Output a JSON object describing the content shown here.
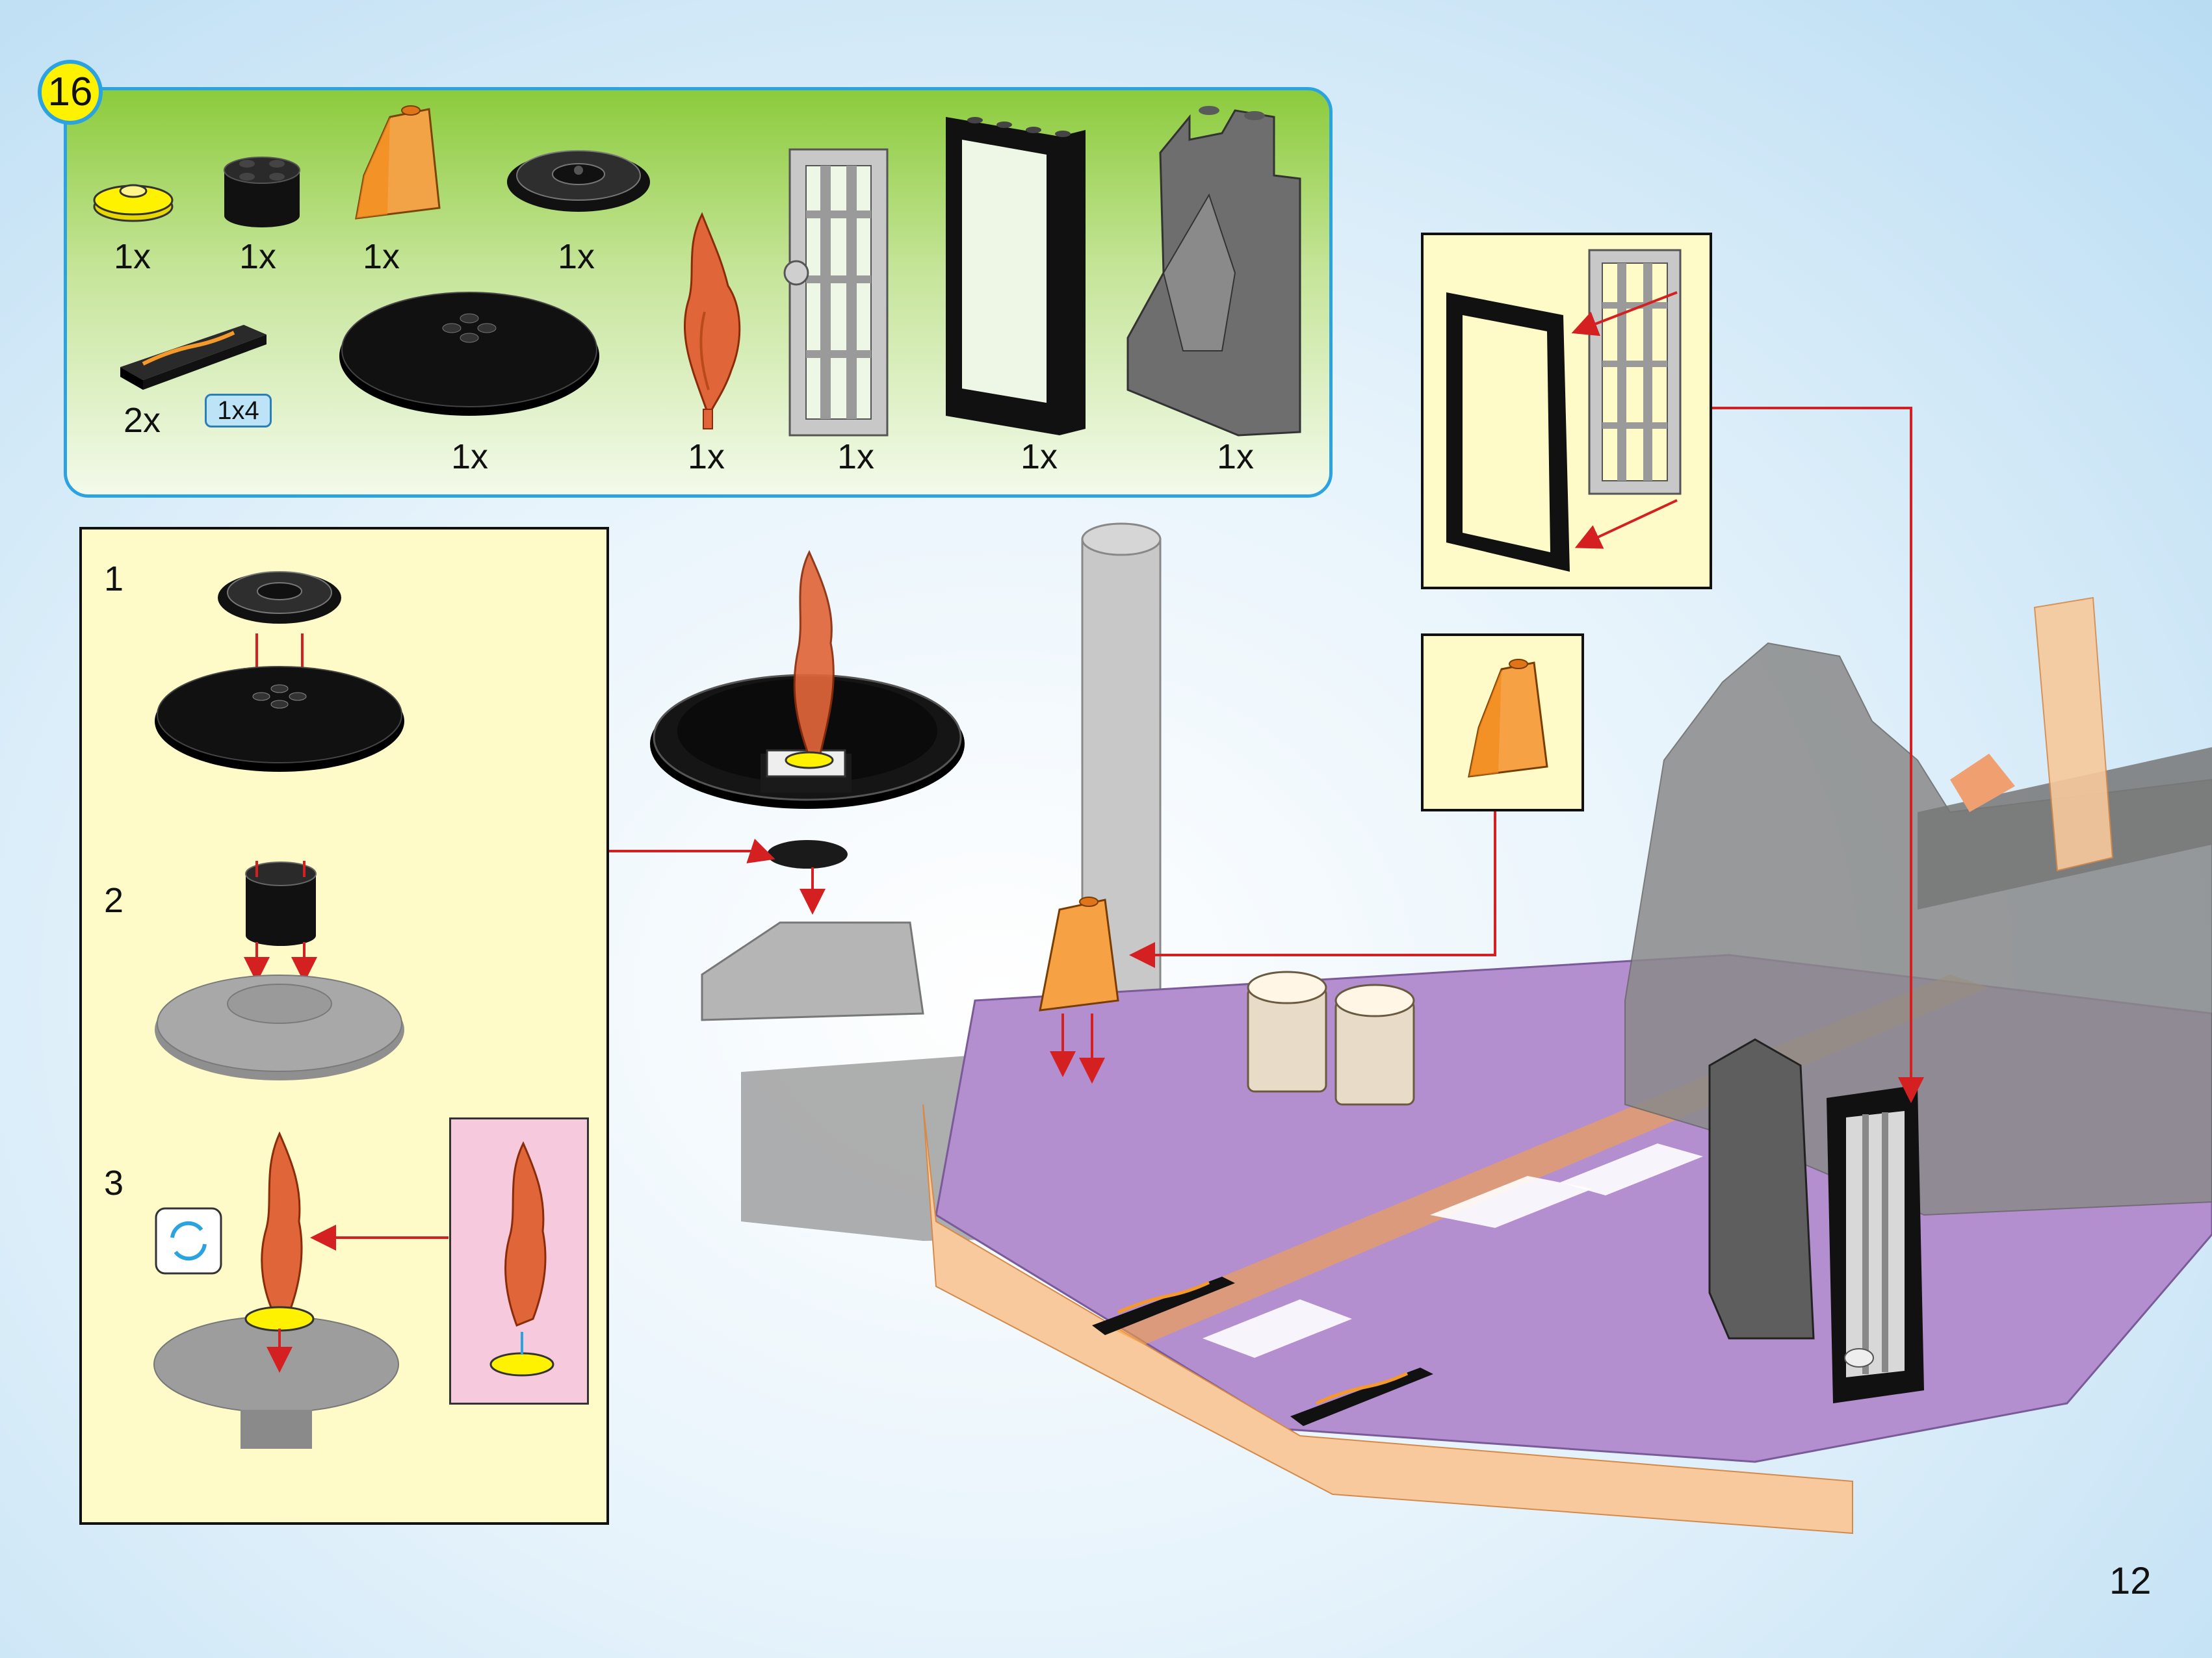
{
  "step": {
    "number": "16"
  },
  "parts": {
    "row1": [
      {
        "name": "round-plate-yellow",
        "qty": "1x"
      },
      {
        "name": "round-brick-black",
        "qty": "1x"
      },
      {
        "name": "slope-trans-orange",
        "qty": "1x"
      },
      {
        "name": "ring-connector-black",
        "qty": "1x"
      }
    ],
    "row2": [
      {
        "name": "tile-1x4-flames",
        "qty": "2x",
        "length_tag": "1x4"
      },
      {
        "name": "round-dish-black",
        "qty": "1x"
      },
      {
        "name": "flame-orange",
        "qty": "1x"
      },
      {
        "name": "gate-light-gray",
        "qty": "1x"
      },
      {
        "name": "door-frame-black",
        "qty": "1x"
      },
      {
        "name": "rock-panel-dark-gray",
        "qty": "1x"
      }
    ]
  },
  "substeps": [
    {
      "label": "1"
    },
    {
      "label": "2"
    },
    {
      "label": "3"
    }
  ],
  "colors": {
    "parts_border": "#2aa3e0",
    "badge": "#fff200",
    "callout_bg": "#fffbc8",
    "arrow": "#d42020",
    "purple_base": "#b48fcf",
    "trans_orange": "#f7a145"
  },
  "page": {
    "number": "12"
  }
}
